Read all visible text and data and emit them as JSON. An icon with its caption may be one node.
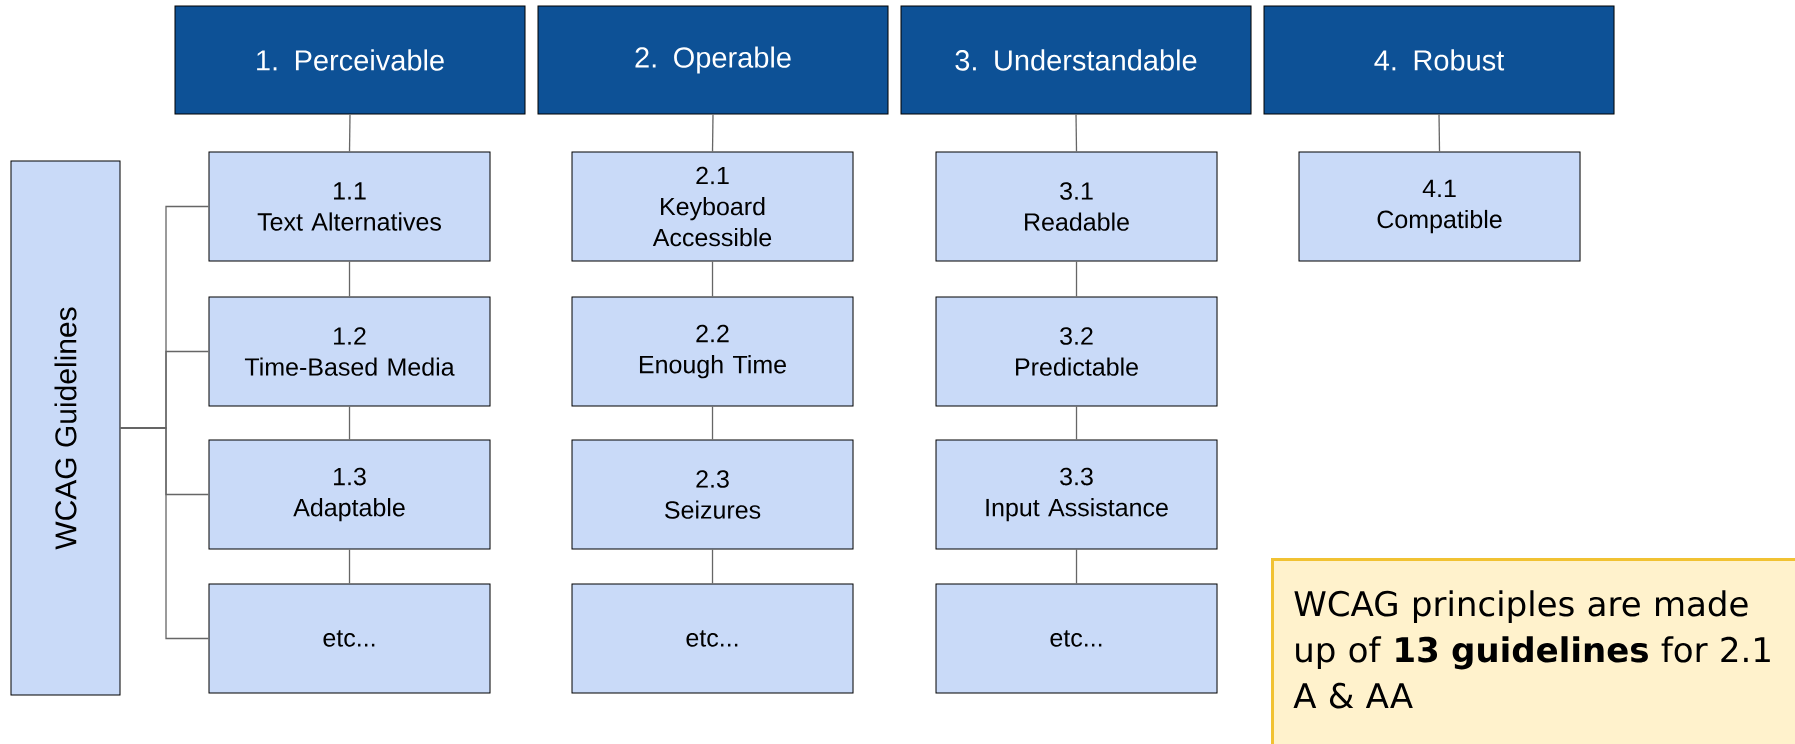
{
  "diagram": {
    "nodes": [
      {
        "text": [
          "1. Perceivable"
        ]
      },
      {
        "text": [
          "2. Operable"
        ]
      },
      {
        "text": [
          "3. Understandable"
        ]
      },
      {
        "text": [
          "4. Robust"
        ]
      },
      {
        "text": [
          "WCAG Guidelines"
        ]
      },
      {
        "text": [
          "1.1",
          "Text Alternatives"
        ]
      },
      {
        "text": [
          "1.2",
          "Time-Based Media"
        ]
      },
      {
        "text": [
          "1.3",
          "Adaptable"
        ]
      },
      {
        "text": [
          "etc..."
        ]
      },
      {
        "text": [
          "2.1",
          "Keyboard Accessible"
        ]
      },
      {
        "text": [
          "2.2",
          "Enough Time"
        ]
      },
      {
        "text": [
          "2.3",
          "Seizures"
        ]
      },
      {
        "text": [
          "etc..."
        ]
      },
      {
        "text": [
          "3.1",
          "Readable"
        ]
      },
      {
        "text": [
          "3.2",
          "Predictable"
        ]
      },
      {
        "text": [
          "3.3",
          "Input Assistance"
        ]
      },
      {
        "text": [
          "etc..."
        ]
      },
      {
        "text": [
          "4.1",
          "Compatible"
        ]
      },
      {
        "text": [
          "WCAG principles are made up of **13 guidelines** for 2.1 A & AA"
        ]
      }
    ],
    "edges": [
      {
        "from": 0,
        "to": 5,
        "arrow": "none"
      },
      {
        "from": 5,
        "to": 6,
        "arrow": "none"
      },
      {
        "from": 6,
        "to": 7,
        "arrow": "none"
      },
      {
        "from": 7,
        "to": 8,
        "arrow": "none"
      },
      {
        "from": 1,
        "to": 9,
        "arrow": "none"
      },
      {
        "from": 9,
        "to": 10,
        "arrow": "none"
      },
      {
        "from": 10,
        "to": 11,
        "arrow": "none"
      },
      {
        "from": 11,
        "to": 12,
        "arrow": "none"
      },
      {
        "from": 2,
        "to": 13,
        "arrow": "none"
      },
      {
        "from": 13,
        "to": 14,
        "arrow": "none"
      },
      {
        "from": 14,
        "to": 15,
        "arrow": "none"
      },
      {
        "from": 15,
        "to": 16,
        "arrow": "none"
      },
      {
        "from": 3,
        "to": 17,
        "arrow": "none"
      },
      {
        "from": 4,
        "to": 5,
        "arrow": "none"
      },
      {
        "from": 4,
        "to": 6,
        "arrow": "none"
      },
      {
        "from": 4,
        "to": 7,
        "arrow": "none"
      },
      {
        "from": 4,
        "to": 8,
        "arrow": "none"
      }
    ]
  }
}
